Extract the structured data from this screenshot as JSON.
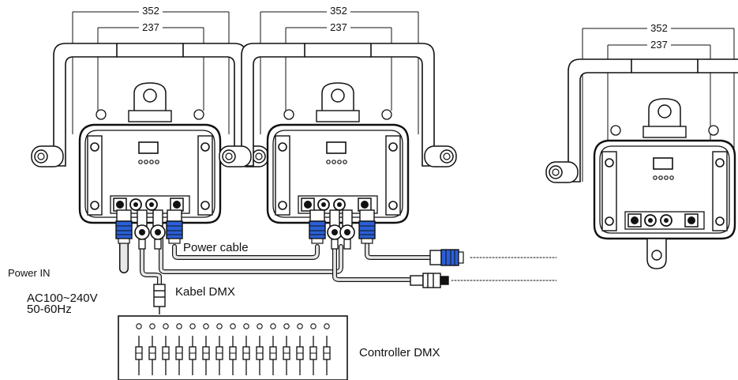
{
  "dimensions": {
    "outer": "352",
    "inner": "237"
  },
  "labels": {
    "power_cable": "Power cable",
    "power_in": "Power IN",
    "voltage": "AC100~240V",
    "frequency": "50-60Hz",
    "dmx_cable": "Kabel  DMX",
    "controller": "Controller  DMX"
  },
  "colors": {
    "connector_blue": "#2a5fd6",
    "line": "#111111",
    "cable_fill": "#e8e8e8"
  },
  "icons": [
    "spotlight-fixture-icon",
    "powercon-connector-icon",
    "xlr-connector-icon",
    "dmx-console-icon"
  ]
}
